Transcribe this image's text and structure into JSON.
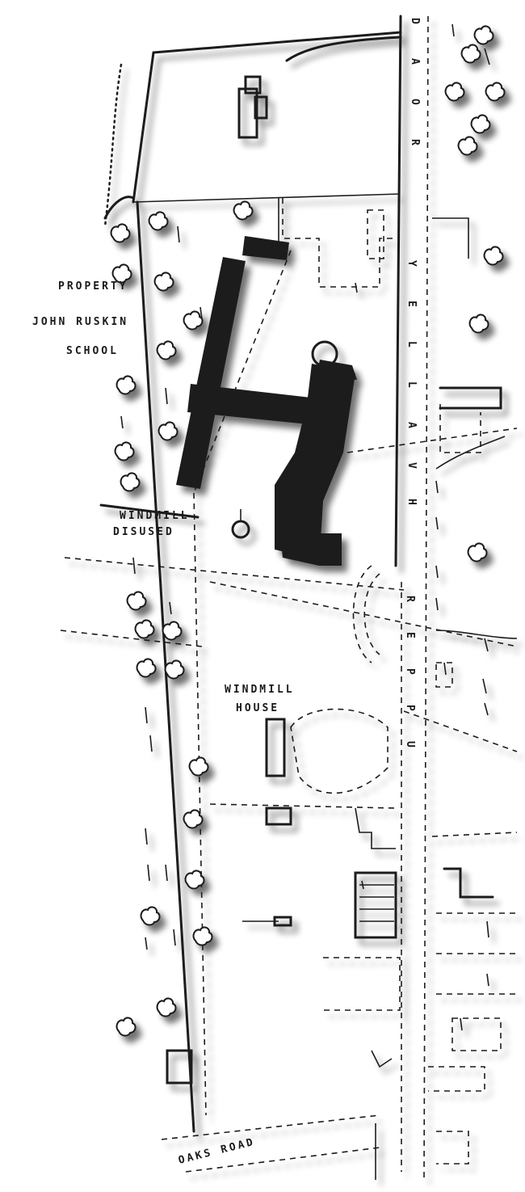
{
  "map": {
    "labels": {
      "property": "PROPERTY",
      "school_name": "JOHN RUSKIN",
      "school": "SCHOOL",
      "windmill_line1": "WINDMILL",
      "windmill_line2": "DISUSED",
      "windmill_house_line1": "WINDMILL",
      "windmill_house_line2": "HOUSE",
      "oaks_road": "OAKS ROAD"
    },
    "road_letters_upper": [
      "D",
      "A",
      "O",
      "R"
    ],
    "road_letters_middle": [
      "Y",
      "E",
      "L",
      "L",
      "A",
      "V",
      "H"
    ],
    "road_letters_lower": [
      "R",
      "E",
      "P",
      "P",
      "U"
    ],
    "colors": {
      "ink": "#1c1c1c",
      "paper": "#ffffff"
    },
    "icons": [
      "tree-icon",
      "windmill-icon"
    ]
  }
}
